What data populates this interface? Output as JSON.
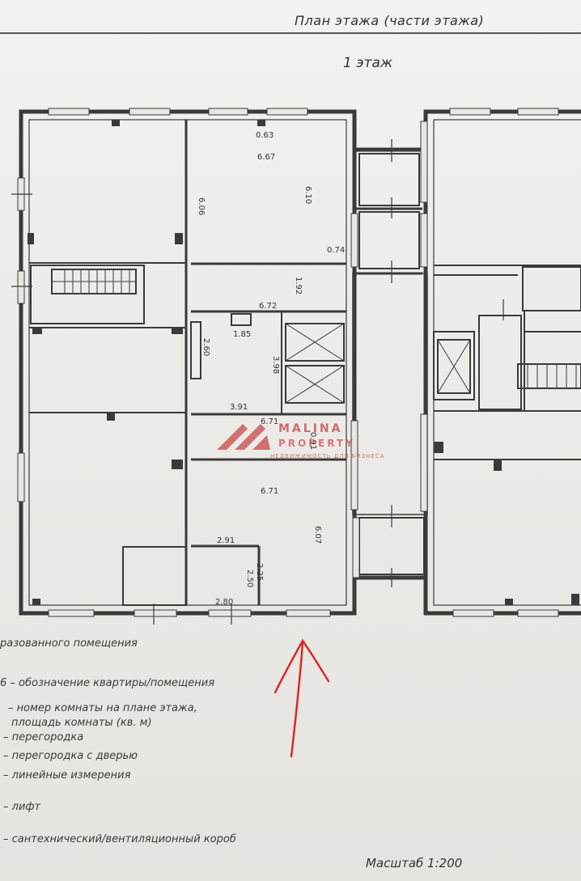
{
  "document": {
    "sheet_title": "План этажа (части этажа)",
    "floor": "1 этаж",
    "scale": "Масштаб 1:200"
  },
  "watermark": {
    "brand_line1": "MALINA",
    "brand_line2": "PROPERTY",
    "tagline": "НЕДВИЖИМОСТЬ ДЛЯ БИЗНЕСА"
  },
  "dimensions": {
    "d1": "0.63",
    "d2": "6.67",
    "d3": "6.06",
    "d4": "6.10",
    "d5": "0.74",
    "d6": "1.92",
    "d7": "6.72",
    "d8": "1.85",
    "d9": "2.60",
    "d10": "3.98",
    "d11": "3.91",
    "d12": "6.71",
    "d13": "0.91",
    "d14": "6.71",
    "d15": "6.07",
    "d16": "2.91",
    "d17": "2.50",
    "d18": "2.25",
    "d19": "2.80"
  },
  "legend": {
    "l1": "разованного помещения",
    "l2": "6 – обозначение квартиры/помещения",
    "l3a": "– номер комнаты на плане этажа,",
    "l3b": "площадь комнаты (кв. м)",
    "l4": "– перегородка",
    "l5": "– перегородка с дверью",
    "l6": "– линейные измерения",
    "l7": "– лифт",
    "l8": "– сантехнический/вентиляционный короб"
  },
  "colors": {
    "wall": "#3a3a3a",
    "watermark_red": "#c8494a",
    "annotation_red": "#d82a2a"
  }
}
